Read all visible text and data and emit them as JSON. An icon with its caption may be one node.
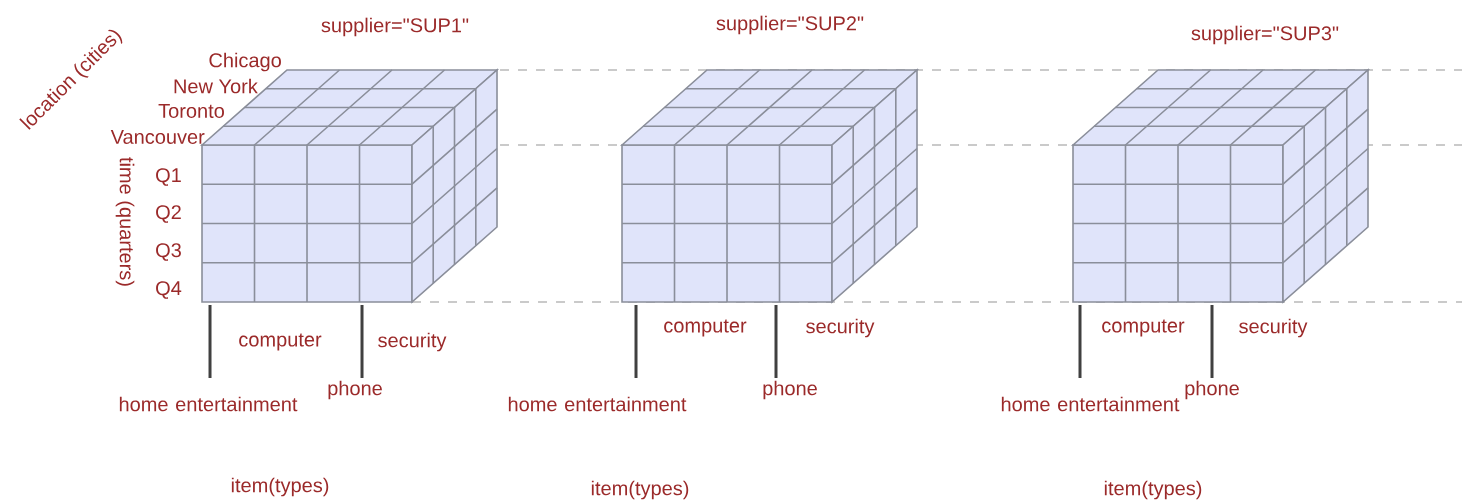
{
  "diagram": {
    "labels": [
      "supplier=\"SUP1\"",
      "supplier=\"SUP2\"",
      "supplier=\"SUP3\"",
      "location (cities)",
      "Chicago",
      "New York",
      "Toronto",
      "Vancouver",
      "time (quarters)",
      "Q1",
      "Q2",
      "Q3",
      "Q4",
      "computer",
      "security",
      "computer",
      "security",
      "computer",
      "security",
      "home entertainment",
      "phone",
      "home entertainment",
      "phone",
      "home entertainment",
      "phone",
      "item(types)",
      "item(types)",
      "item(types)"
    ]
  }
}
